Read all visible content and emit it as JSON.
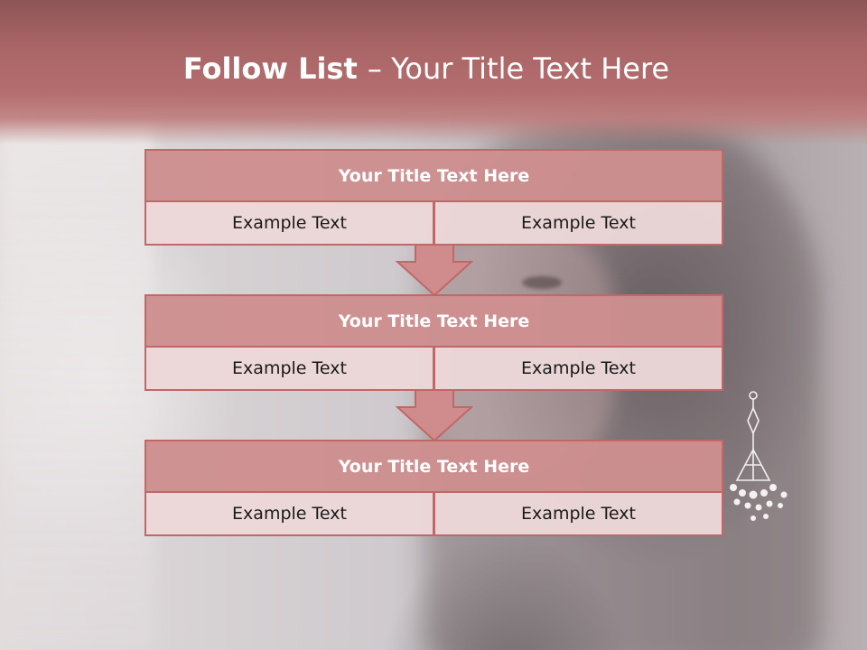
{
  "title": {
    "bold": "Follow List ",
    "rest": "– Your Title Text Here"
  },
  "blocks": [
    {
      "title": "Your Title Text Here",
      "left": "Example Text",
      "right": "Example Text"
    },
    {
      "title": "Your Title Text Here",
      "left": "Example Text",
      "right": "Example Text"
    },
    {
      "title": "Your Title Text Here",
      "left": "Example Text",
      "right": "Example Text"
    }
  ],
  "colors": {
    "header": "#b56e6f",
    "box_title": "#ce8f8f",
    "box_cell": "#ecd7d8",
    "border": "#c16767",
    "arrow": "#d08b8c"
  }
}
